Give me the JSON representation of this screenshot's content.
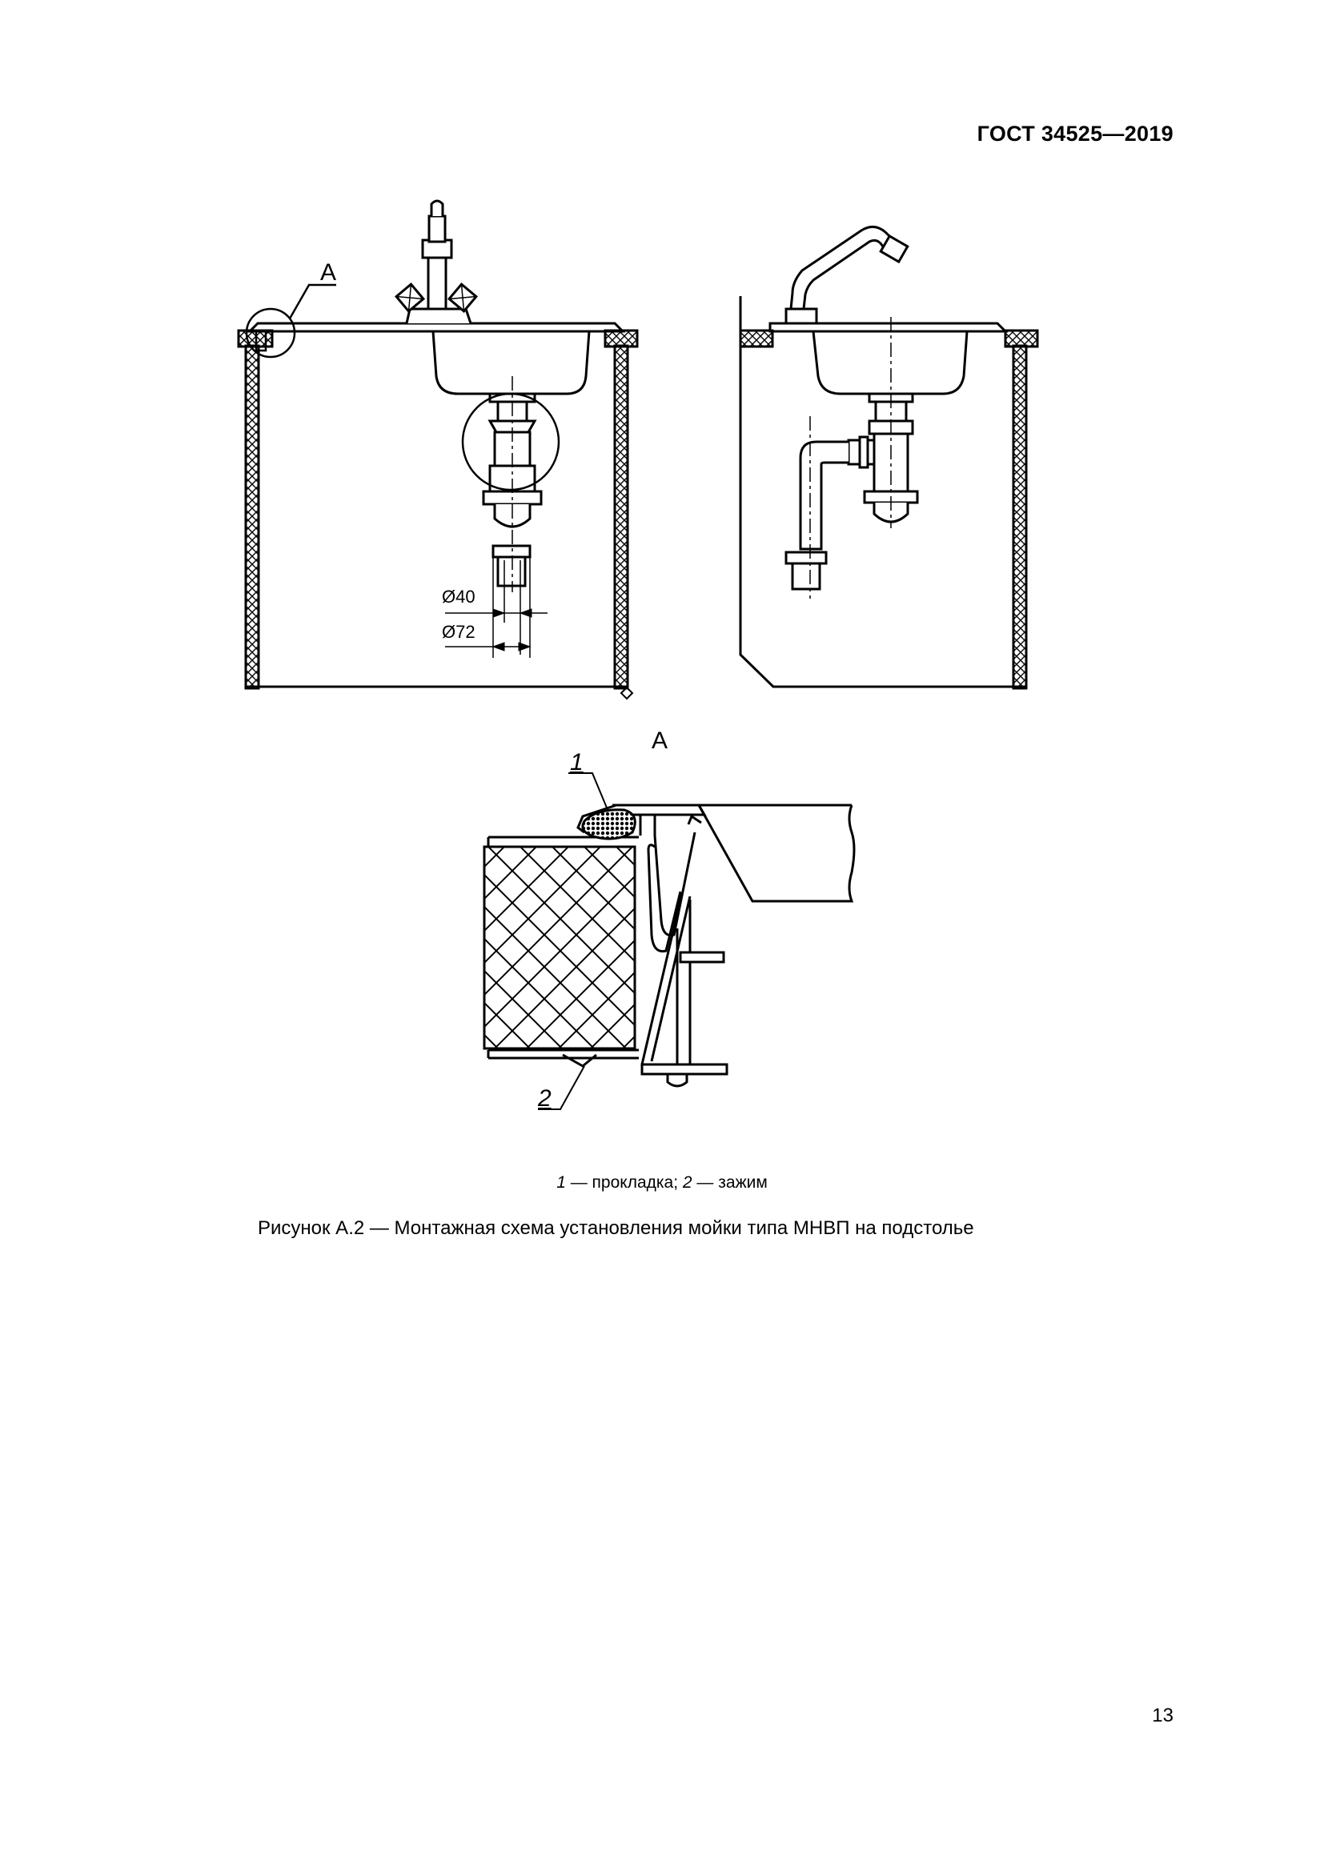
{
  "header": {
    "standard": "ГОСТ 34525—2019"
  },
  "figure": {
    "callout_left": "А",
    "section_title": "А",
    "dim_small": "Ø40",
    "dim_large": "Ø72",
    "item_1": "1",
    "item_2": "2"
  },
  "legend": {
    "n1": "1",
    "t1": " — прокладка; ",
    "n2": "2",
    "t2": " — зажим"
  },
  "caption": "Рисунок А.2 — Монтажная схема установления мойки типа МНВП на подстолье",
  "page_number": "13"
}
